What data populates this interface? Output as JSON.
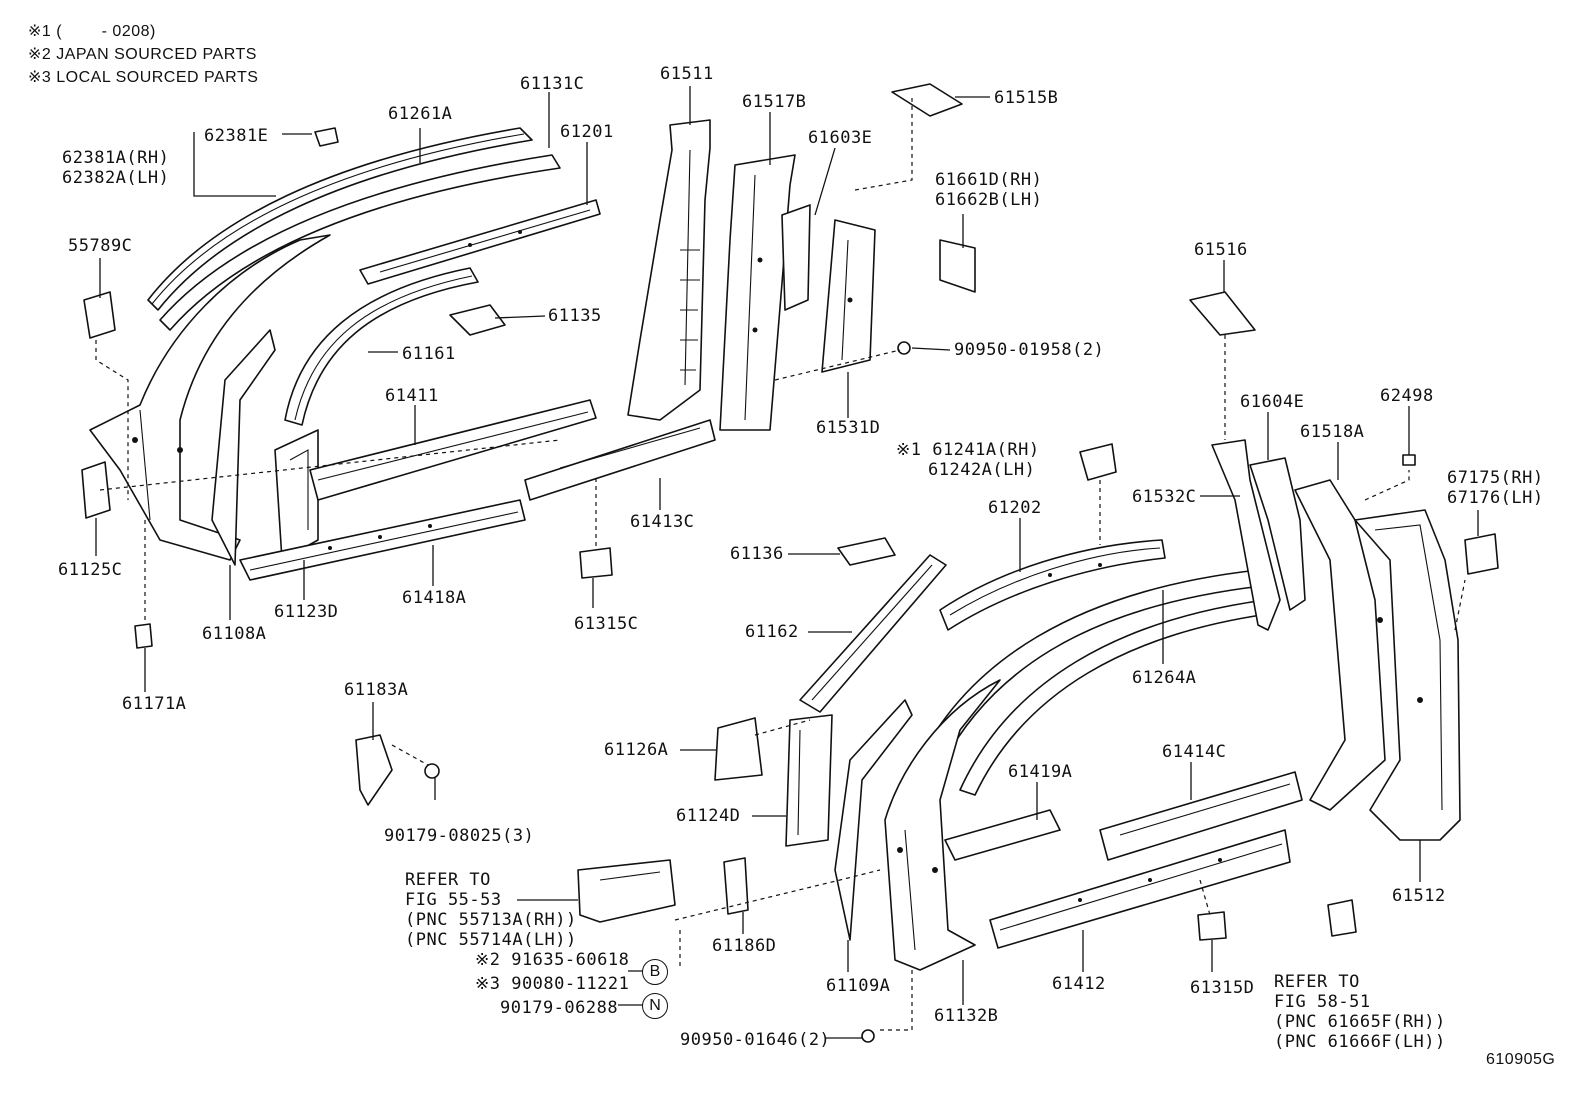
{
  "notes": {
    "n1": "※1 (        - 0208)",
    "n2": "※2 JAPAN SOURCED PARTS",
    "n3": "※3 LOCAL SOURCED PARTS"
  },
  "labels": {
    "p62381E": "62381E",
    "p62381A": "62381A(RH)",
    "p62382A": "62382A(LH)",
    "p61261A": "61261A",
    "p61131C": "61131C",
    "p61201": "61201",
    "p61511": "61511",
    "p61517B": "61517B",
    "p61603E": "61603E",
    "p61515B": "61515B",
    "p61661D": "61661D(RH)",
    "p61662B": "61662B(LH)",
    "p55789C": "55789C",
    "p61135": "61135",
    "p61161": "61161",
    "p90950_01958": "90950-01958(2)",
    "p61411": "61411",
    "p61531D": "61531D",
    "p61516": "61516",
    "p61241A": "※1 61241A(RH)",
    "p61242A": "61242A(LH)",
    "p61604E": "61604E",
    "p62498": "62498",
    "p61518A": "61518A",
    "p67175": "67175(RH)",
    "p67176": "67176(LH)",
    "p61125C": "61125C",
    "p61413C": "61413C",
    "p61532C": "61532C",
    "p61202": "61202",
    "p61136": "61136",
    "p61108A": "61108A",
    "p61123D": "61123D",
    "p61418A": "61418A",
    "p61315C": "61315C",
    "p61171A": "61171A",
    "p61162": "61162",
    "p61264A": "61264A",
    "p61183A": "61183A",
    "p61126A": "61126A",
    "p61419A": "61419A",
    "p61414C": "61414C",
    "p61124D": "61124D",
    "p90179_08025": "90179-08025(3)",
    "p61512": "61512",
    "p61186D": "61186D",
    "p61109A": "61109A",
    "p61412": "61412",
    "p61315D": "61315D",
    "p61132B": "61132B",
    "p91635": "※2 91635-60618",
    "p90080": "※3 90080-11221",
    "p90179_06288": "90179-06288",
    "p90950_01646": "90950-01646(2)",
    "refer1": "REFER TO\nFIG 55-53\n(PNC 55713A(RH))\n(PNC 55714A(LH))",
    "refer2": "REFER TO\nFIG 58-51\n(PNC 61665F(RH))\n(PNC 61666F(LH))",
    "fig_id": "610905G"
  },
  "circles": {
    "b": "B",
    "n": "N"
  }
}
